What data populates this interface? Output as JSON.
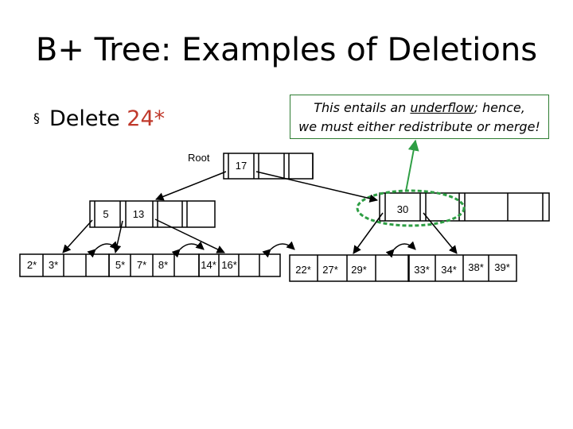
{
  "title": "B+ Tree: Examples of Deletions",
  "bullet": {
    "marker": "§",
    "prefix": "Delete ",
    "key": "24*"
  },
  "note": {
    "line1_before": "This entails an ",
    "line1_underlined": "underflow",
    "line1_after": "; hence,",
    "line2": "we must either redistribute or merge!"
  },
  "root_label": "Root",
  "colors": {
    "note_border": "#2e7d32",
    "highlight": "#2e9e44",
    "delete_key": "#c0392b"
  },
  "nodes": {
    "root": {
      "keys": [
        "17",
        "",
        "",
        ""
      ]
    },
    "left_inner": {
      "keys": [
        "5",
        "13",
        "",
        ""
      ]
    },
    "right_inner": {
      "keys": [
        "30",
        "",
        "",
        ""
      ]
    },
    "leaves": [
      {
        "keys": [
          "2*",
          "3*",
          "",
          ""
        ]
      },
      {
        "keys": [
          "5*",
          "7*",
          "8*",
          ""
        ]
      },
      {
        "keys": [
          "14*",
          "16*",
          "",
          ""
        ]
      },
      {
        "keys": [
          "22*",
          "27*",
          "29*",
          ""
        ]
      },
      {
        "keys": [
          "33*",
          "34*",
          "38*",
          "39*"
        ]
      }
    ]
  }
}
